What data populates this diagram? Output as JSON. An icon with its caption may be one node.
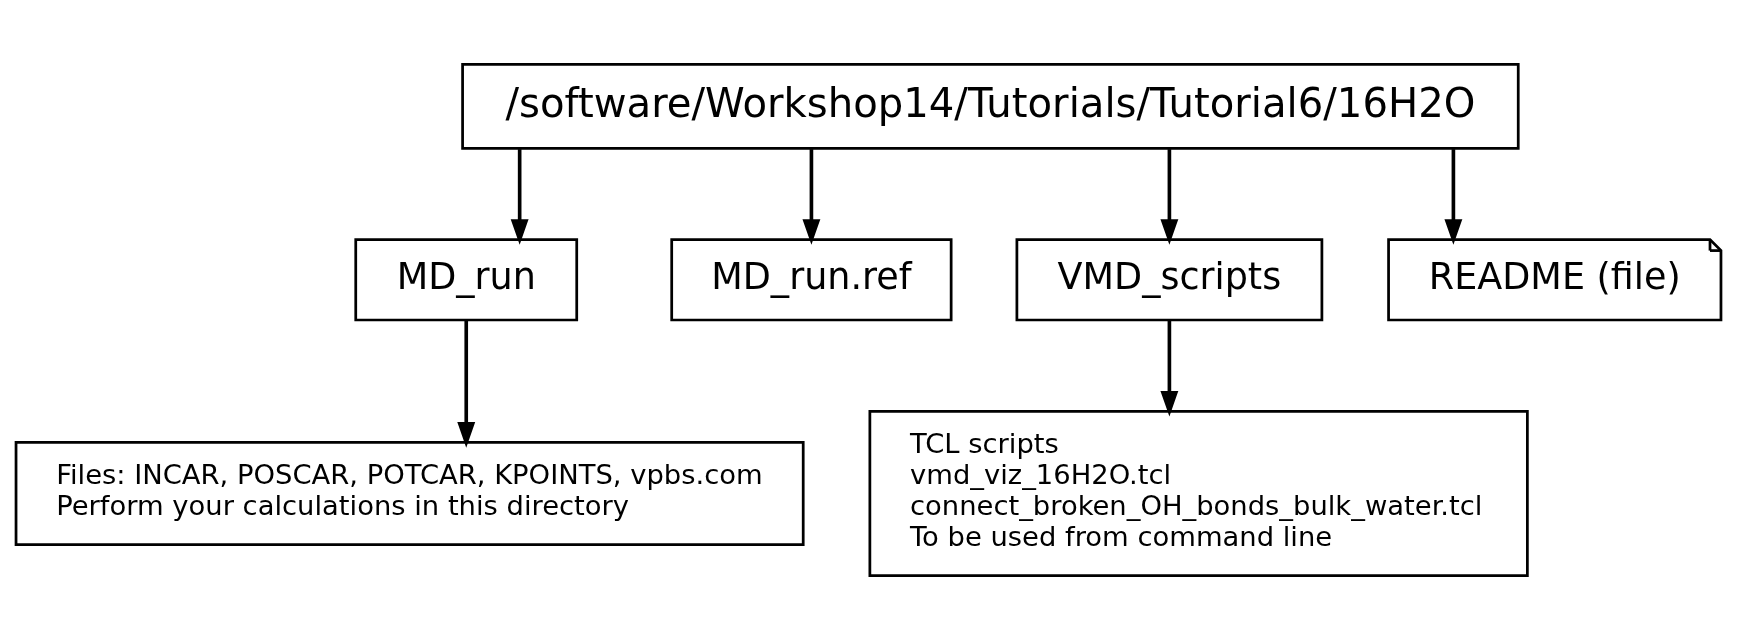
{
  "diagram": {
    "nodes": [
      {
        "text": [
          "/software/Workshop14/Tutorials/Tutorial6/16H2O"
        ]
      },
      {
        "text": [
          "MD_run"
        ]
      },
      {
        "text": [
          "MD_run.ref"
        ]
      },
      {
        "text": [
          "VMD_scripts"
        ]
      },
      {
        "text": [
          "README (file)"
        ]
      },
      {
        "text": [
          "Files: INCAR, POSCAR, POTCAR, KPOINTS, vpbs.com",
          "Perform your calculations in this directory"
        ]
      },
      {
        "text": [
          "TCL scripts",
          "vmd_viz_16H2O.tcl",
          "connect_broken_OH_bonds_bulk_water.tcl",
          "To be used from command line"
        ]
      }
    ],
    "edges": [
      {
        "from": 0,
        "to": 1,
        "arrow": "to"
      },
      {
        "from": 0,
        "to": 2,
        "arrow": "to"
      },
      {
        "from": 0,
        "to": 3,
        "arrow": "to"
      },
      {
        "from": 0,
        "to": 4,
        "arrow": "to"
      },
      {
        "from": 1,
        "to": 5,
        "arrow": "to"
      },
      {
        "from": 3,
        "to": 6,
        "arrow": "to"
      }
    ]
  }
}
